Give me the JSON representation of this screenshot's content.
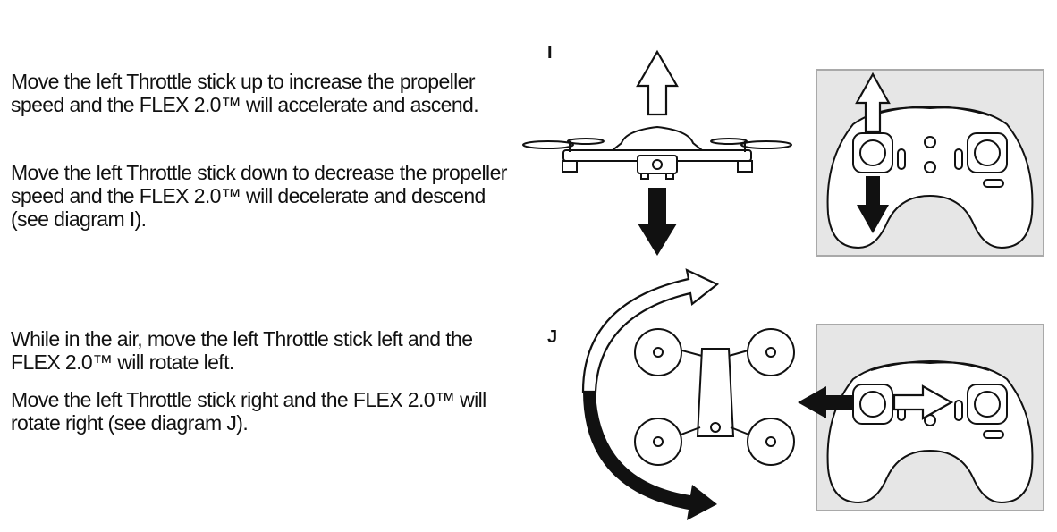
{
  "section_i": {
    "paragraph_up": "Move the left Throttle stick up to increase the propeller speed and the FLEX 2.0™ will accelerate and ascend.",
    "paragraph_down": "Move the left Throttle stick down to decrease the propeller speed and the FLEX 2.0™ will decelerate and descend (see diagram I).",
    "diagram_label": "I"
  },
  "section_j": {
    "paragraph_left": "While in the air, move the left Throttle stick left and the FLEX 2.0™ will rotate left.",
    "paragraph_right": "Move the left Throttle stick right and the FLEX 2.0™ will rotate right (see diagram J).",
    "diagram_label": "J"
  },
  "colors": {
    "panel_bg": "#e6e6e6",
    "panel_border": "#a9a9a9",
    "ink": "#111111"
  }
}
